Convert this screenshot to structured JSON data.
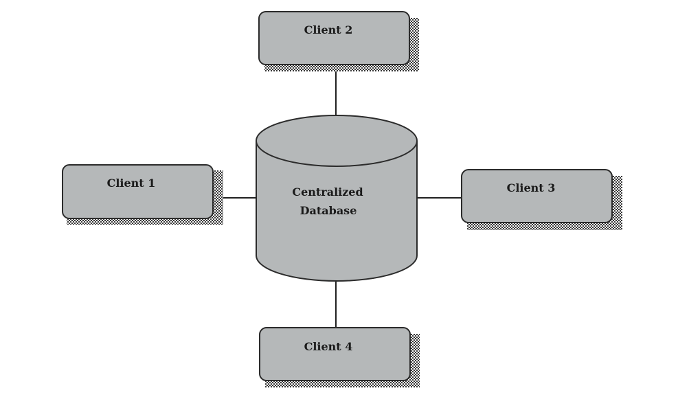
{
  "diagram": {
    "database": {
      "line1": "Centralized",
      "line2": "Database"
    },
    "clients": [
      {
        "id": "client-1",
        "label": "Client 1"
      },
      {
        "id": "client-2",
        "label": "Client 2"
      },
      {
        "id": "client-3",
        "label": "Client 3"
      },
      {
        "id": "client-4",
        "label": "Client 4"
      }
    ],
    "colors": {
      "box_fill": "#b5b8b9",
      "box_stroke": "#2b2b2b",
      "shadow": "#3a3a3a",
      "connector": "#1f1f1f",
      "text": "#1a1a1a"
    }
  }
}
